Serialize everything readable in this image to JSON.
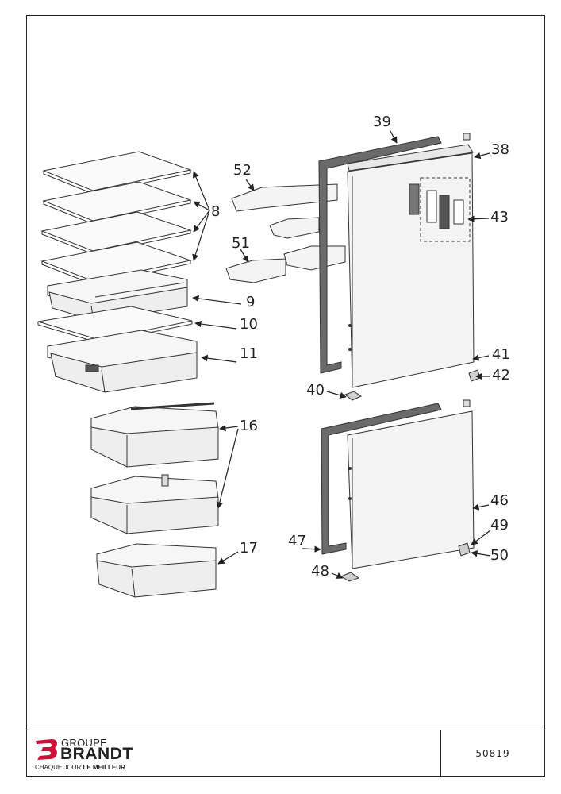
{
  "callouts": {
    "c8": "8",
    "c9": "9",
    "c10": "10",
    "c11": "11",
    "c16": "16",
    "c17": "17",
    "c38": "38",
    "c39": "39",
    "c40": "40",
    "c41": "41",
    "c42": "42",
    "c43": "43",
    "c46": "46",
    "c47": "47",
    "c48": "48",
    "c49": "49",
    "c50": "50",
    "c51": "51",
    "c52": "52"
  },
  "footer": {
    "brand_group": "GROUPE",
    "brand_name": "BRANDT",
    "tagline_prefix": "CHAQUE JOUR",
    "tagline_emphasis": "LE MEILLEUR",
    "document_number": "50819"
  },
  "colors": {
    "line": "#222222",
    "brand_red": "#d0103a",
    "part_fill": "#f4f4f4",
    "gasket": "#555555"
  }
}
